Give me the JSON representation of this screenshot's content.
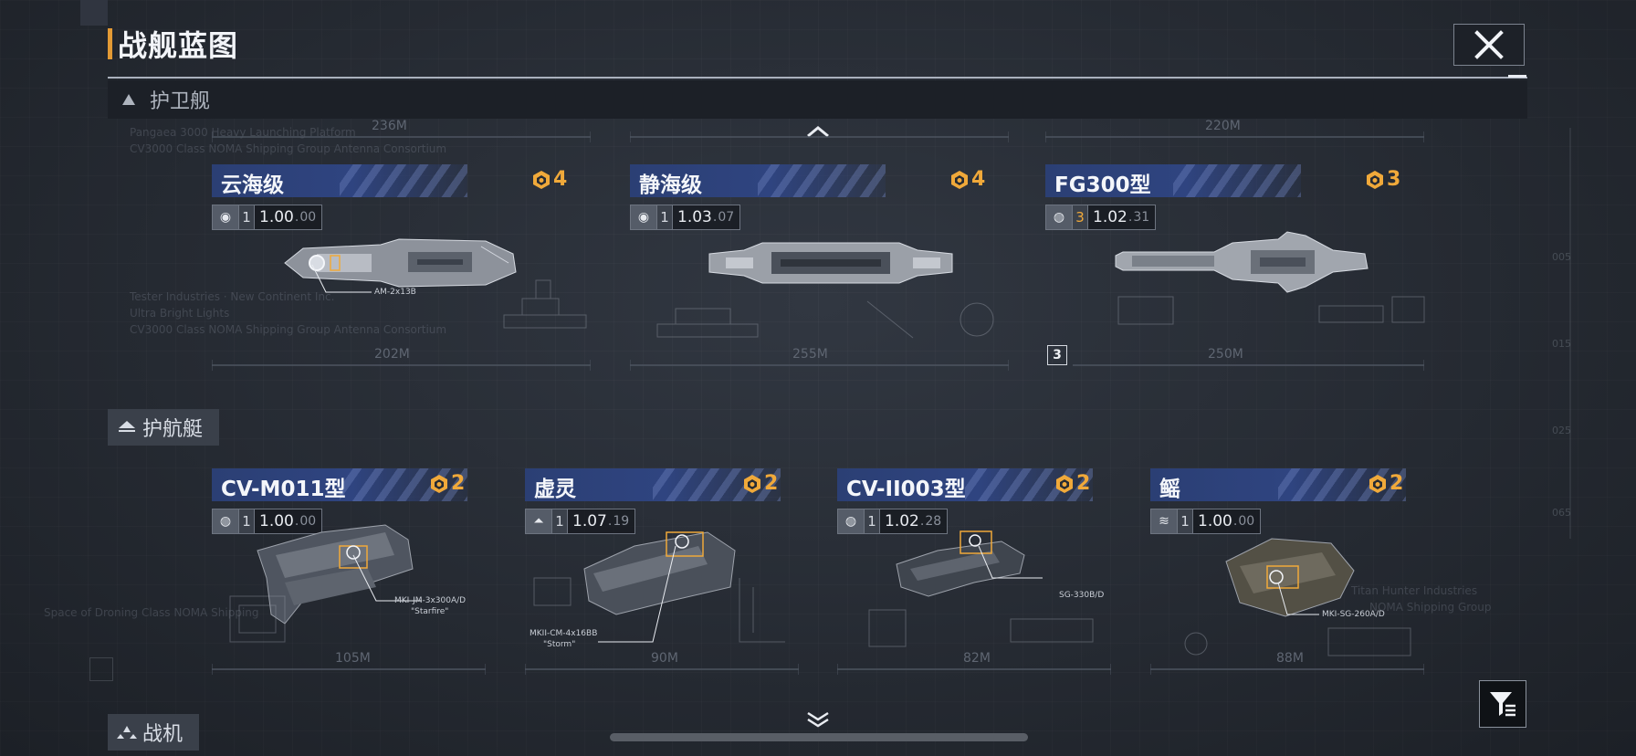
{
  "header": {
    "title": "战舰蓝图",
    "close_icon": "close-icon"
  },
  "sections": [
    {
      "label": "护卫舰",
      "icon": "triangle-up-icon",
      "ships": [
        {
          "name": "云海级",
          "rank": "4",
          "tier": "1",
          "stat_major": "1.00",
          "stat_minor": "00",
          "stat_icon": "platform-icon",
          "scale": "202M",
          "top_scale": "236M",
          "part_label": "AM-2x13B"
        },
        {
          "name": "静海级",
          "rank": "4",
          "tier": "1",
          "stat_major": "1.03",
          "stat_minor": "07",
          "stat_icon": "platform-icon",
          "scale": "255M"
        },
        {
          "name": "FG300型",
          "rank": "3",
          "tier": "3",
          "stat_major": "1.02",
          "stat_minor": "31",
          "stat_icon": "globe-icon",
          "scale": "250M",
          "top_scale": "220M",
          "badge": "3"
        }
      ]
    },
    {
      "label": "护航艇",
      "icon": "escort-icon",
      "ships": [
        {
          "name": "CV-M011型",
          "rank": "2",
          "tier": "1",
          "stat_major": "1.00",
          "stat_minor": "00",
          "stat_icon": "globe-icon",
          "scale": "105M",
          "part_label": "MKI-JM-3x300A/D",
          "part_sub": "\"Starfire\""
        },
        {
          "name": "虚灵",
          "rank": "2",
          "tier": "1",
          "stat_major": "1.07",
          "stat_minor": "19",
          "stat_icon": "rocket-icon",
          "scale": "90M",
          "part_label": "MKII-CM-4x16BB",
          "part_sub": "\"Storm\""
        },
        {
          "name": "CV-II003型",
          "rank": "2",
          "tier": "1",
          "stat_major": "1.02",
          "stat_minor": "28",
          "stat_icon": "globe-icon",
          "scale": "82M",
          "part_label": "SG-330B/D"
        },
        {
          "name": "鳐",
          "rank": "2",
          "tier": "1",
          "stat_major": "1.00",
          "stat_minor": "00",
          "stat_icon": "brand-icon",
          "scale": "88M",
          "part_label": "MKI-SG-260A/D"
        }
      ]
    },
    {
      "label": "战机",
      "icon": "fighter-icon"
    }
  ],
  "controls": {
    "scroll_up_icon": "chevron-up-icon",
    "scroll_down_icon": "chevron-down-icon",
    "filter_icon": "filter-icon"
  },
  "colors": {
    "accent": "#e39a35",
    "rank_gold": "#f0a93a",
    "name_bar": "#2f4480",
    "background": "#262b33"
  }
}
